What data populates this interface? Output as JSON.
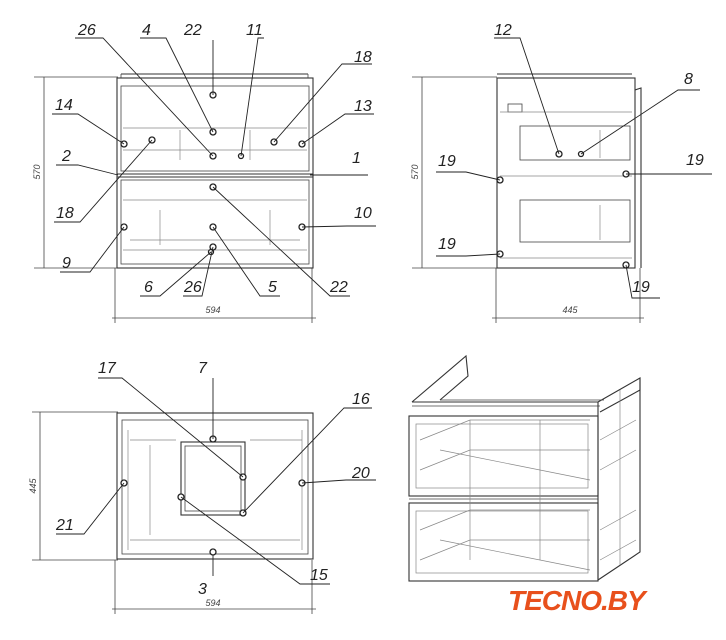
{
  "views": {
    "front": {
      "width_dim": "594",
      "height_dim": "570",
      "callouts": [
        "26",
        "4",
        "22",
        "11",
        "18",
        "14",
        "13",
        "2",
        "1",
        "18",
        "10",
        "9",
        "6",
        "26",
        "5",
        "22"
      ]
    },
    "side": {
      "width_dim": "445",
      "height_dim": "570",
      "callouts": [
        "12",
        "8",
        "19",
        "19",
        "19",
        "19"
      ]
    },
    "top": {
      "width_dim": "594",
      "depth_dim": "445",
      "callouts": [
        "17",
        "7",
        "16",
        "20",
        "21",
        "15",
        "3"
      ]
    }
  },
  "watermark": {
    "text": "TECNO.BY",
    "color": "#e8501c"
  }
}
